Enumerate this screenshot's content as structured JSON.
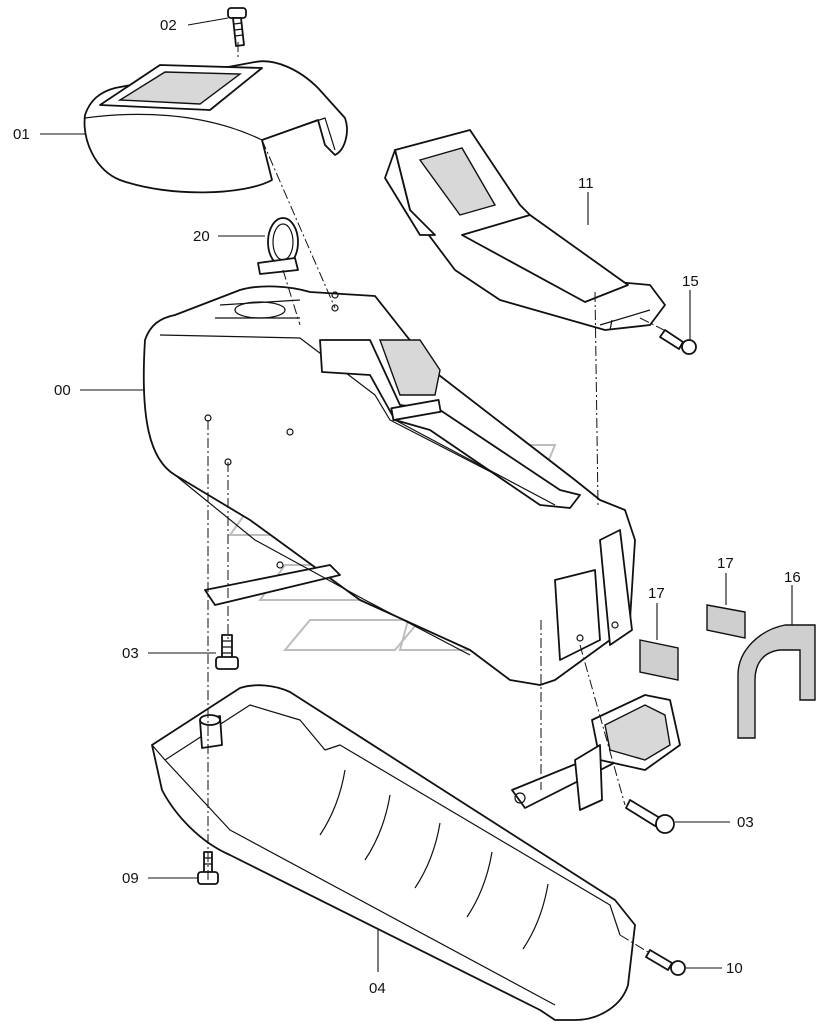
{
  "diagram": {
    "callouts": {
      "c02": "02",
      "c01": "01",
      "c20": "20",
      "c00": "00",
      "c11": "11",
      "c15": "15",
      "c03a": "03",
      "c03b": "03",
      "c17a": "17",
      "c17b": "17",
      "c16": "16",
      "c09": "09",
      "c04": "04",
      "c10": "10"
    }
  }
}
